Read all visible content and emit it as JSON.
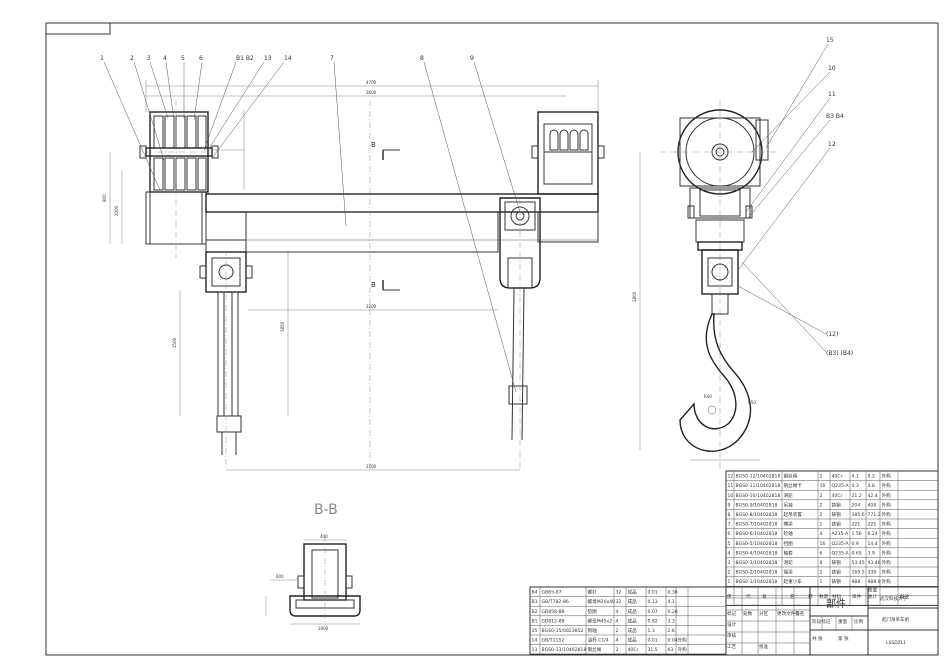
{
  "callouts_top": [
    "1",
    "2",
    "3",
    "4",
    "5",
    "6",
    "B1 B2",
    "13",
    "14",
    "7",
    "8",
    "9"
  ],
  "callouts_right": [
    "15",
    "10",
    "11",
    "B3 B4",
    "12",
    "(12)",
    "(B3) (B4)"
  ],
  "dims": {
    "overall": "4700",
    "span": "3600",
    "mid": "3200",
    "lower": "2700",
    "h1": "800",
    "h2": "2000",
    "h3": "1500",
    "h4": "1850",
    "h5": "2800",
    "r1": "R50",
    "r2": "R40",
    "s1": "400",
    "s2": "600",
    "s3": "1000"
  },
  "section_mark": "B",
  "section_title": "B-B",
  "parts_list": {
    "rows": [
      [
        "12",
        "BGS0-12/10402818",
        "钢丝绳",
        "2",
        "40Cr",
        "4.1",
        "8.2",
        "外购"
      ],
      [
        "11",
        "BGS0-11/10402818",
        "钢丝绳卡",
        "16",
        "Q235-A",
        "0.3",
        "4.8",
        "外购"
      ],
      [
        "10",
        "BGS0-10/10402818",
        "滑轮",
        "2",
        "40Cr",
        "21.2",
        "42.4",
        "外购"
      ],
      [
        "9",
        "BGS0-9/10402818",
        "吊挂",
        "2",
        "铸钢",
        "204",
        "408",
        "外购"
      ],
      [
        "8",
        "BGS0-8/10402818",
        "起吊装置",
        "2",
        "铸钢",
        "385.6",
        "771.2",
        "外购"
      ],
      [
        "7",
        "BGS0-7/10402818",
        "横梁",
        "1",
        "铸钢",
        "221",
        "221",
        "外购"
      ],
      [
        "6",
        "BGS0-6/10402818",
        "轮轴",
        "4",
        "A235-A",
        "1.56",
        "6.24",
        "外购"
      ],
      [
        "5",
        "BGS0-5/10402818",
        "挡圈",
        "16",
        "Q235-A",
        "0.9",
        "14.4",
        "外购"
      ],
      [
        "4",
        "BGS0-4/10402818",
        "轴套",
        "6",
        "Q235-A",
        "0.65",
        "3.9",
        "外购"
      ],
      [
        "3",
        "BGS0-3/10402818",
        "滑轮",
        "8",
        "铸钢",
        "53.45",
        "43.46",
        "外购"
      ],
      [
        "2",
        "BGS0-2/10402818",
        "端梁",
        "2",
        "铸钢",
        "169.5",
        "339",
        "外购"
      ],
      [
        "1",
        "BGS0-1/10402818",
        "起重小车",
        "1",
        "铸钢",
        "988",
        "988.8",
        "外购"
      ]
    ],
    "header": [
      "序",
      "代",
      "号",
      "名",
      "称",
      "数量",
      "材料",
      "单件",
      "总计",
      "备注"
    ],
    "header_sub": [
      "质量"
    ]
  },
  "std_parts": {
    "rows": [
      [
        "B4",
        "GB65-87",
        "螺钉",
        "32",
        "成品",
        "0.01",
        "0.36",
        ""
      ],
      [
        "B3",
        "GB/T782-86",
        "螺母M20x40",
        "32",
        "成品",
        "0.13",
        "4.1",
        ""
      ],
      [
        "B2",
        "GB858-88",
        "垫圈",
        "4",
        "成品",
        "0.07",
        "0.28",
        ""
      ],
      [
        "B1",
        "GB812-88",
        "螺母M45x2",
        "4",
        "成品",
        "0.82",
        "3.3",
        ""
      ],
      [
        "15",
        "BGS0-15/0823852",
        "销轴",
        "2",
        "成品",
        "1.3",
        "2.6",
        ""
      ],
      [
        "14",
        "GB/T1152",
        "油杯 C1/4",
        "4",
        "成品",
        "0.01",
        "0.04",
        "外购"
      ],
      [
        "13",
        "BGS0-13/10402818",
        "钢丝绳",
        "2",
        "40Cr",
        "31.5",
        "63",
        "外购"
      ]
    ]
  },
  "title_block": {
    "title": "部件",
    "school": "武汉科技大学",
    "drawing_name": "起门吊吊车组",
    "code": "LSSDZL1",
    "labels": [
      "标记",
      "处数",
      "分区",
      "更改文件号",
      "签名",
      "年月日",
      "设计",
      "审核",
      "工艺",
      "批准",
      "阶段标记",
      "重量",
      "比例",
      "共 张",
      "第 张"
    ]
  }
}
